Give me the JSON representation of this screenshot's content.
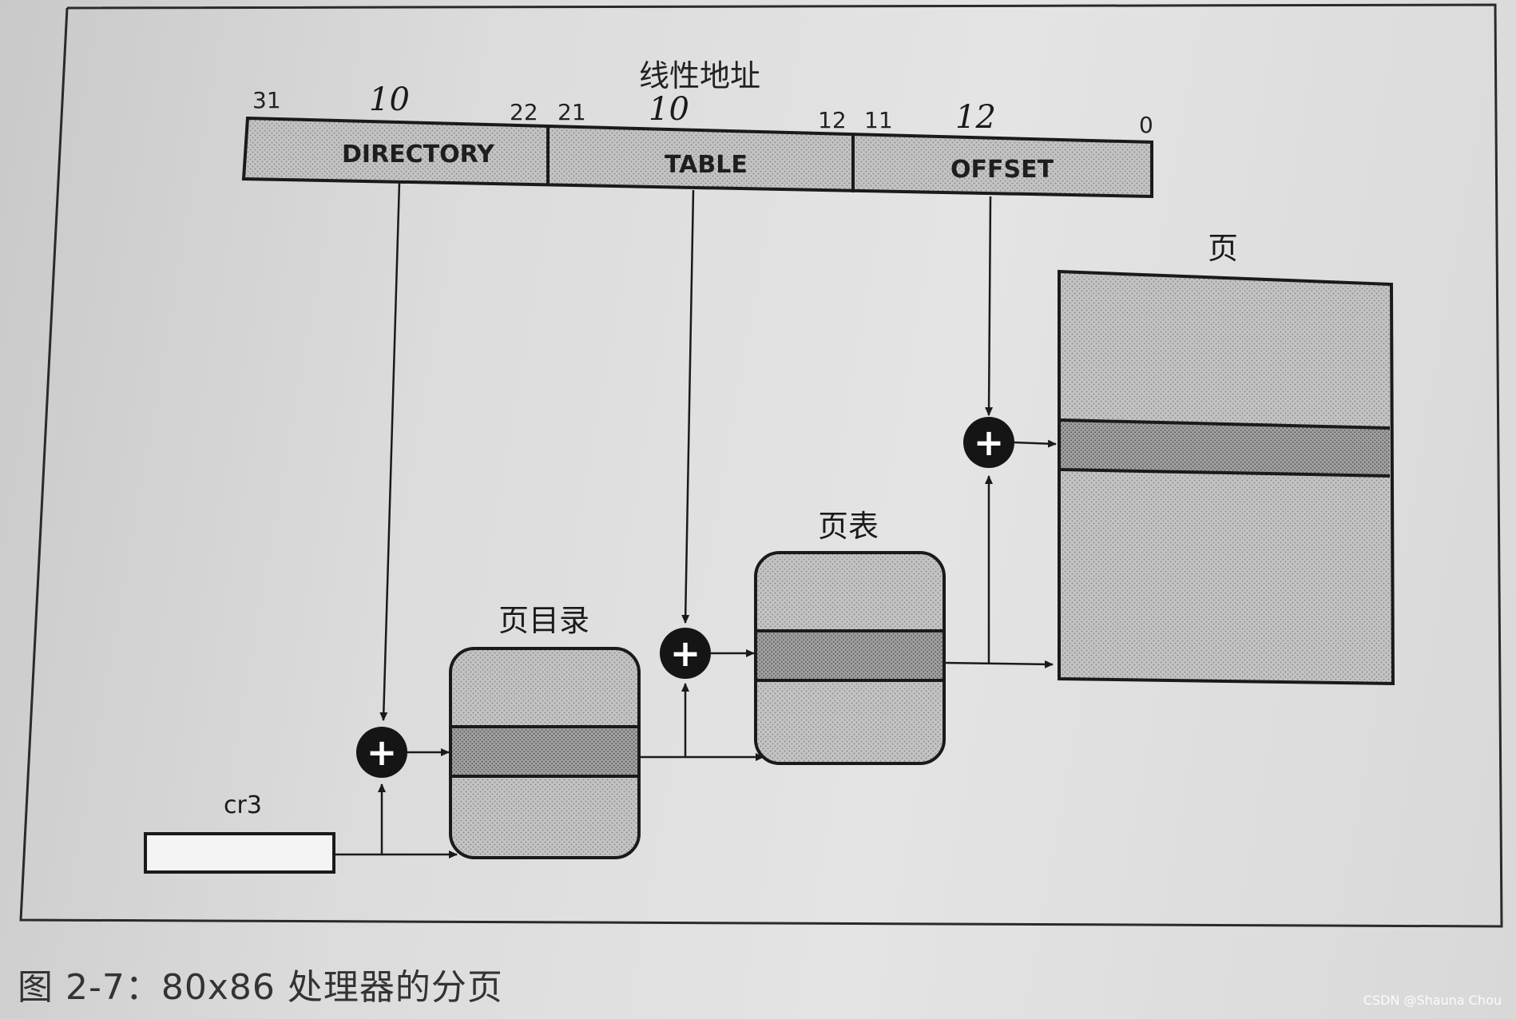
{
  "diagram": {
    "title": "线性地址",
    "segments": [
      {
        "label": "DIRECTORY",
        "bit_high": "31",
        "bit_low": "22",
        "note": "10"
      },
      {
        "label": "TABLE",
        "bit_high": "21",
        "bit_low": "12",
        "note": "10"
      },
      {
        "label": "OFFSET",
        "bit_high": "11",
        "bit_low": "0",
        "note": "12"
      }
    ],
    "register": "cr3",
    "page_directory": "页目录",
    "page_table": "页表",
    "page": "页",
    "adder_symbol": "+"
  },
  "caption": "图 2-7：80x86 处理器的分页",
  "watermark": "CSDN @Shauna Chou",
  "colors": {
    "frame": "#1a1a1a",
    "box_fill": "#b9b9b9",
    "band_fill": "#9a9a9a",
    "adder_fill": "#151515"
  }
}
